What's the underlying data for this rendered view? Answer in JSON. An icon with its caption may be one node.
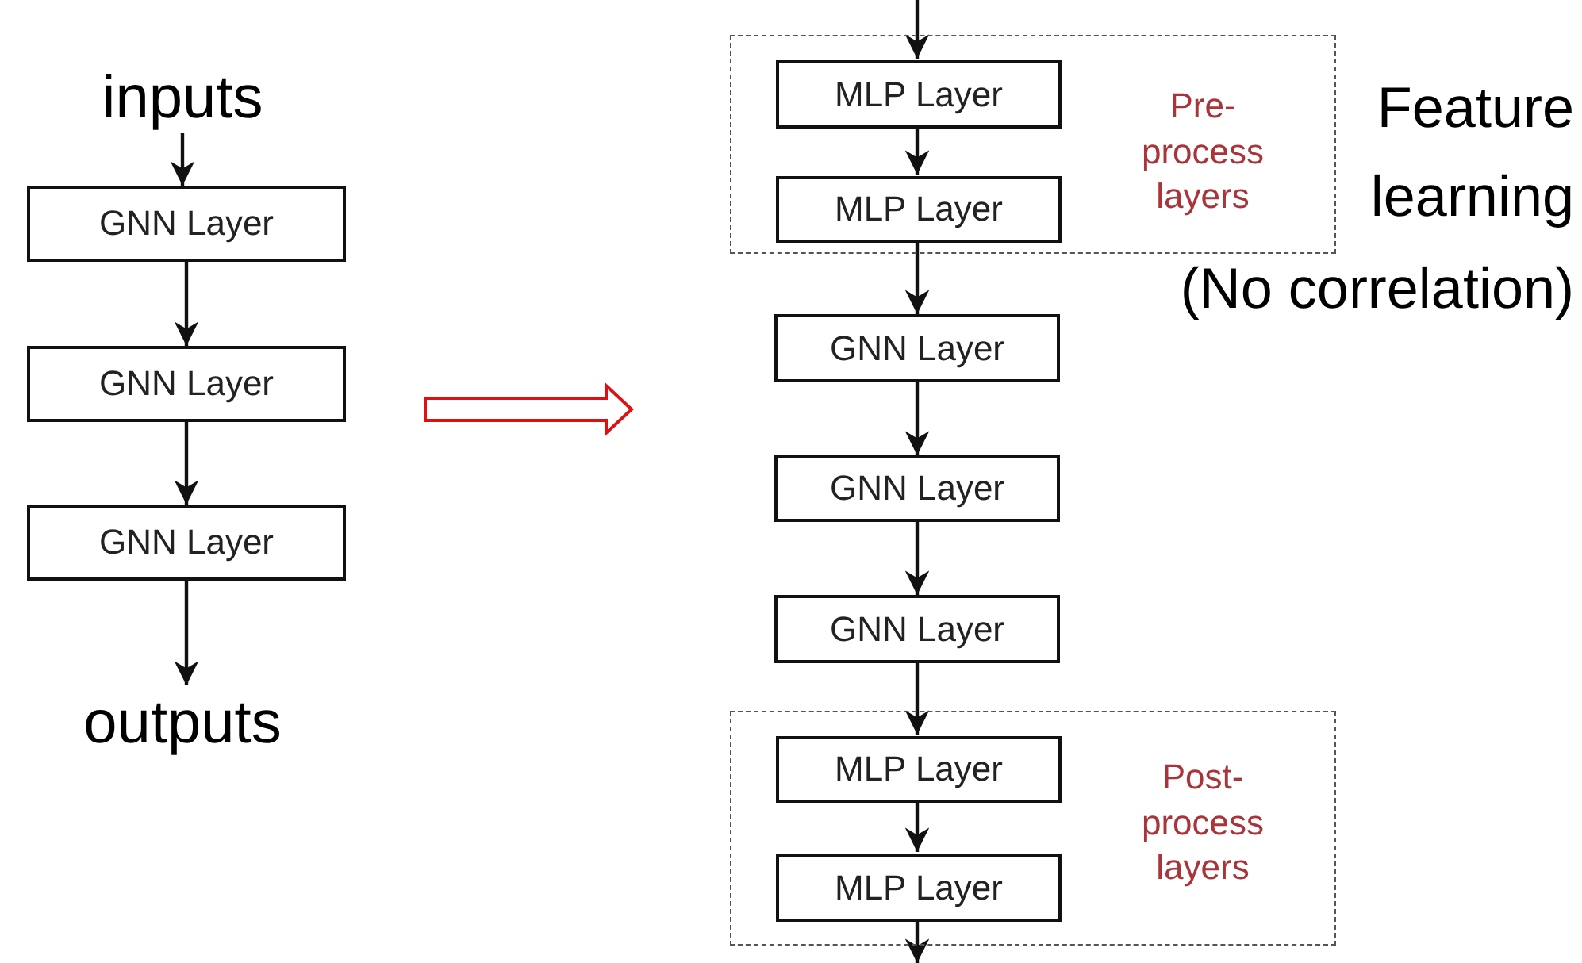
{
  "diagram": {
    "nodes": [
      {
        "text": [
          "inputs"
        ]
      },
      {
        "text": [
          "GNN Layer"
        ]
      },
      {
        "text": [
          "GNN Layer"
        ]
      },
      {
        "text": [
          "GNN Layer"
        ]
      },
      {
        "text": [
          "outputs"
        ]
      },
      {
        "text": [
          "Pre- process layers"
        ]
      },
      {
        "text": [
          "MLP Layer"
        ],
        "in": 5
      },
      {
        "text": [
          "MLP Layer"
        ],
        "in": 5
      },
      {
        "text": [
          "GNN Layer"
        ]
      },
      {
        "text": [
          "GNN Layer"
        ]
      },
      {
        "text": [
          "GNN Layer"
        ]
      },
      {
        "text": [
          "Post- process layers"
        ]
      },
      {
        "text": [
          "MLP Layer"
        ],
        "in": 11
      },
      {
        "text": [
          "MLP Layer"
        ],
        "in": 11
      }
    ],
    "edges": [
      {
        "from": 0,
        "to": 1,
        "arrow": "to"
      },
      {
        "from": 1,
        "to": 2,
        "arrow": "to"
      },
      {
        "from": 2,
        "to": 3,
        "arrow": "to"
      },
      {
        "from": 3,
        "to": 4,
        "arrow": "to"
      },
      {
        "from": null,
        "to": 6,
        "arrow": "to"
      },
      {
        "from": 6,
        "to": 7,
        "arrow": "to"
      },
      {
        "from": 7,
        "to": 8,
        "arrow": "to"
      },
      {
        "from": 8,
        "to": 9,
        "arrow": "to"
      },
      {
        "from": 9,
        "to": 10,
        "arrow": "to"
      },
      {
        "from": 10,
        "to": 12,
        "arrow": "to"
      },
      {
        "from": 12,
        "to": 13,
        "arrow": "to"
      },
      {
        "from": 13,
        "to": null,
        "arrow": "to"
      }
    ],
    "labels": [
      "Feature learning",
      "(No correlation)"
    ]
  }
}
